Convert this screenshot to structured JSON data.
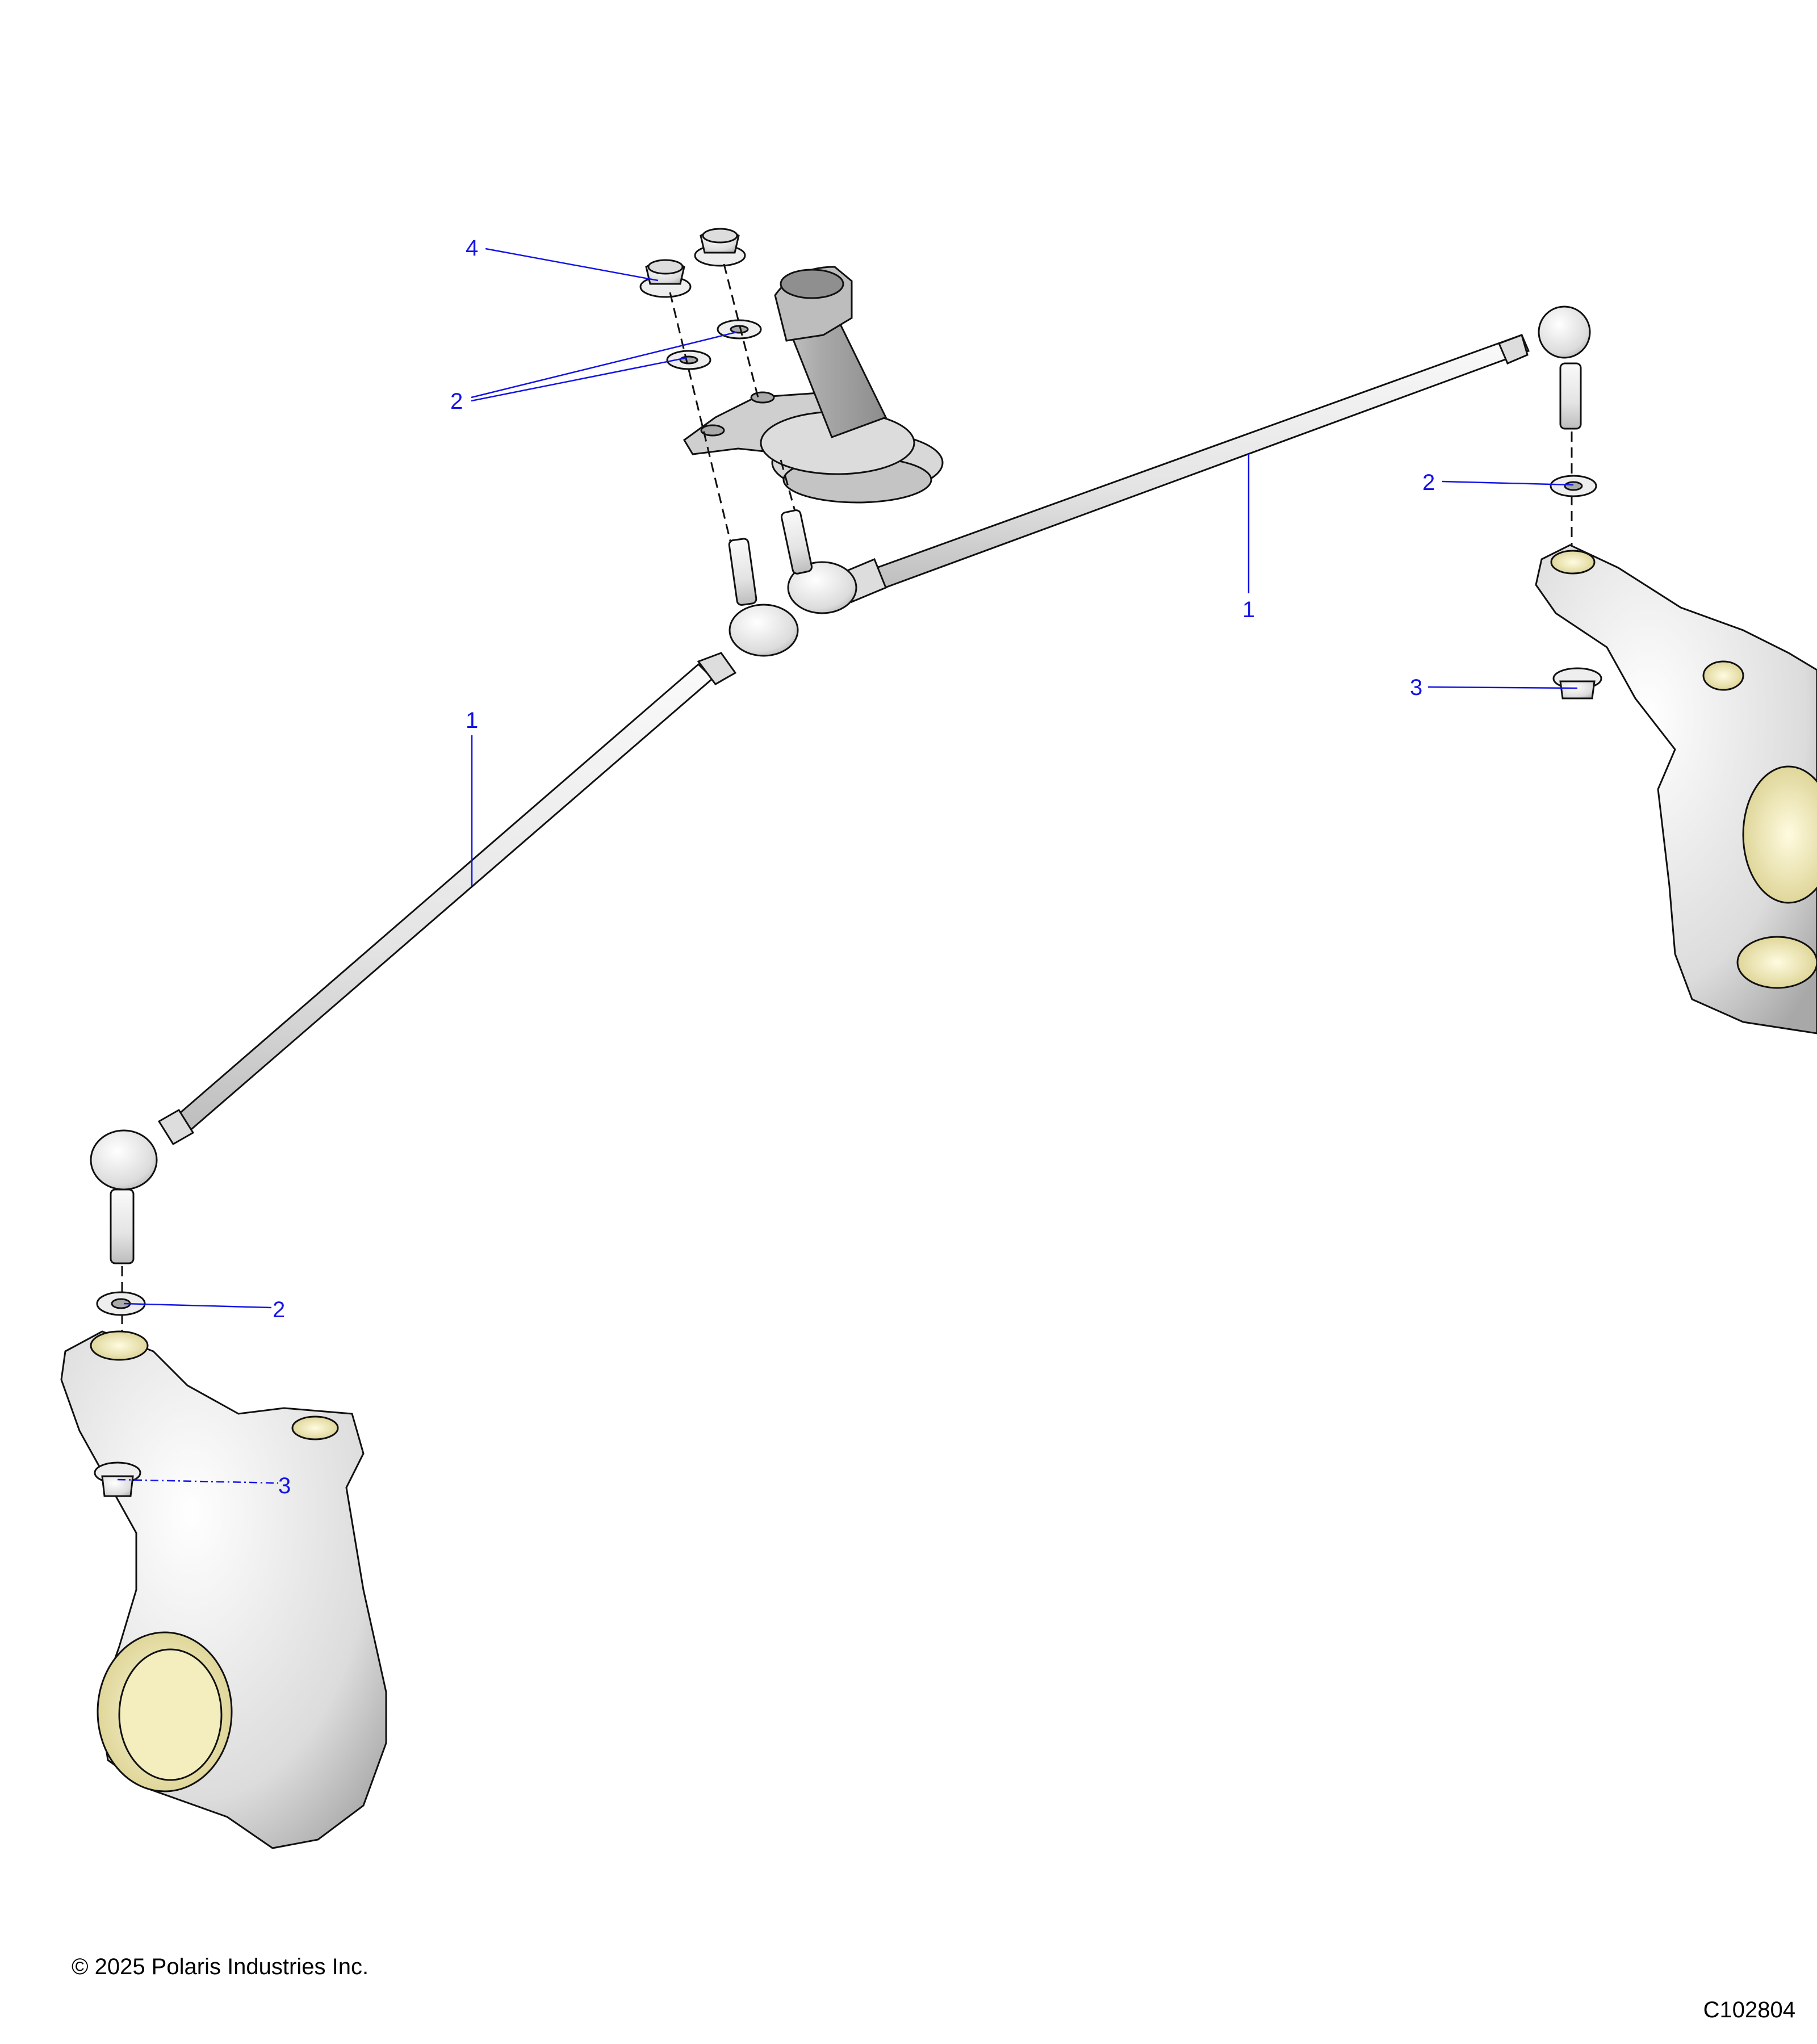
{
  "diagram": {
    "colors": {
      "callout": "#1414e6",
      "part_fill": "#e6e6e6",
      "bushing_fill": "#efe8b4",
      "outline": "#111111"
    },
    "callouts": [
      {
        "id": "callout-4-nut",
        "label": "4"
      },
      {
        "id": "callout-2-washers-top",
        "label": "2"
      },
      {
        "id": "callout-1-right-tie-rod",
        "label": "1"
      },
      {
        "id": "callout-2-washer-right",
        "label": "2"
      },
      {
        "id": "callout-3-nut-right",
        "label": "3"
      },
      {
        "id": "callout-1-left-tie-rod",
        "label": "1"
      },
      {
        "id": "callout-2-washer-left",
        "label": "2"
      },
      {
        "id": "callout-3-nut-left",
        "label": "3"
      }
    ]
  },
  "footer": {
    "copyright": "© 2025 Polaris Industries Inc.",
    "part_code": "C102804"
  }
}
